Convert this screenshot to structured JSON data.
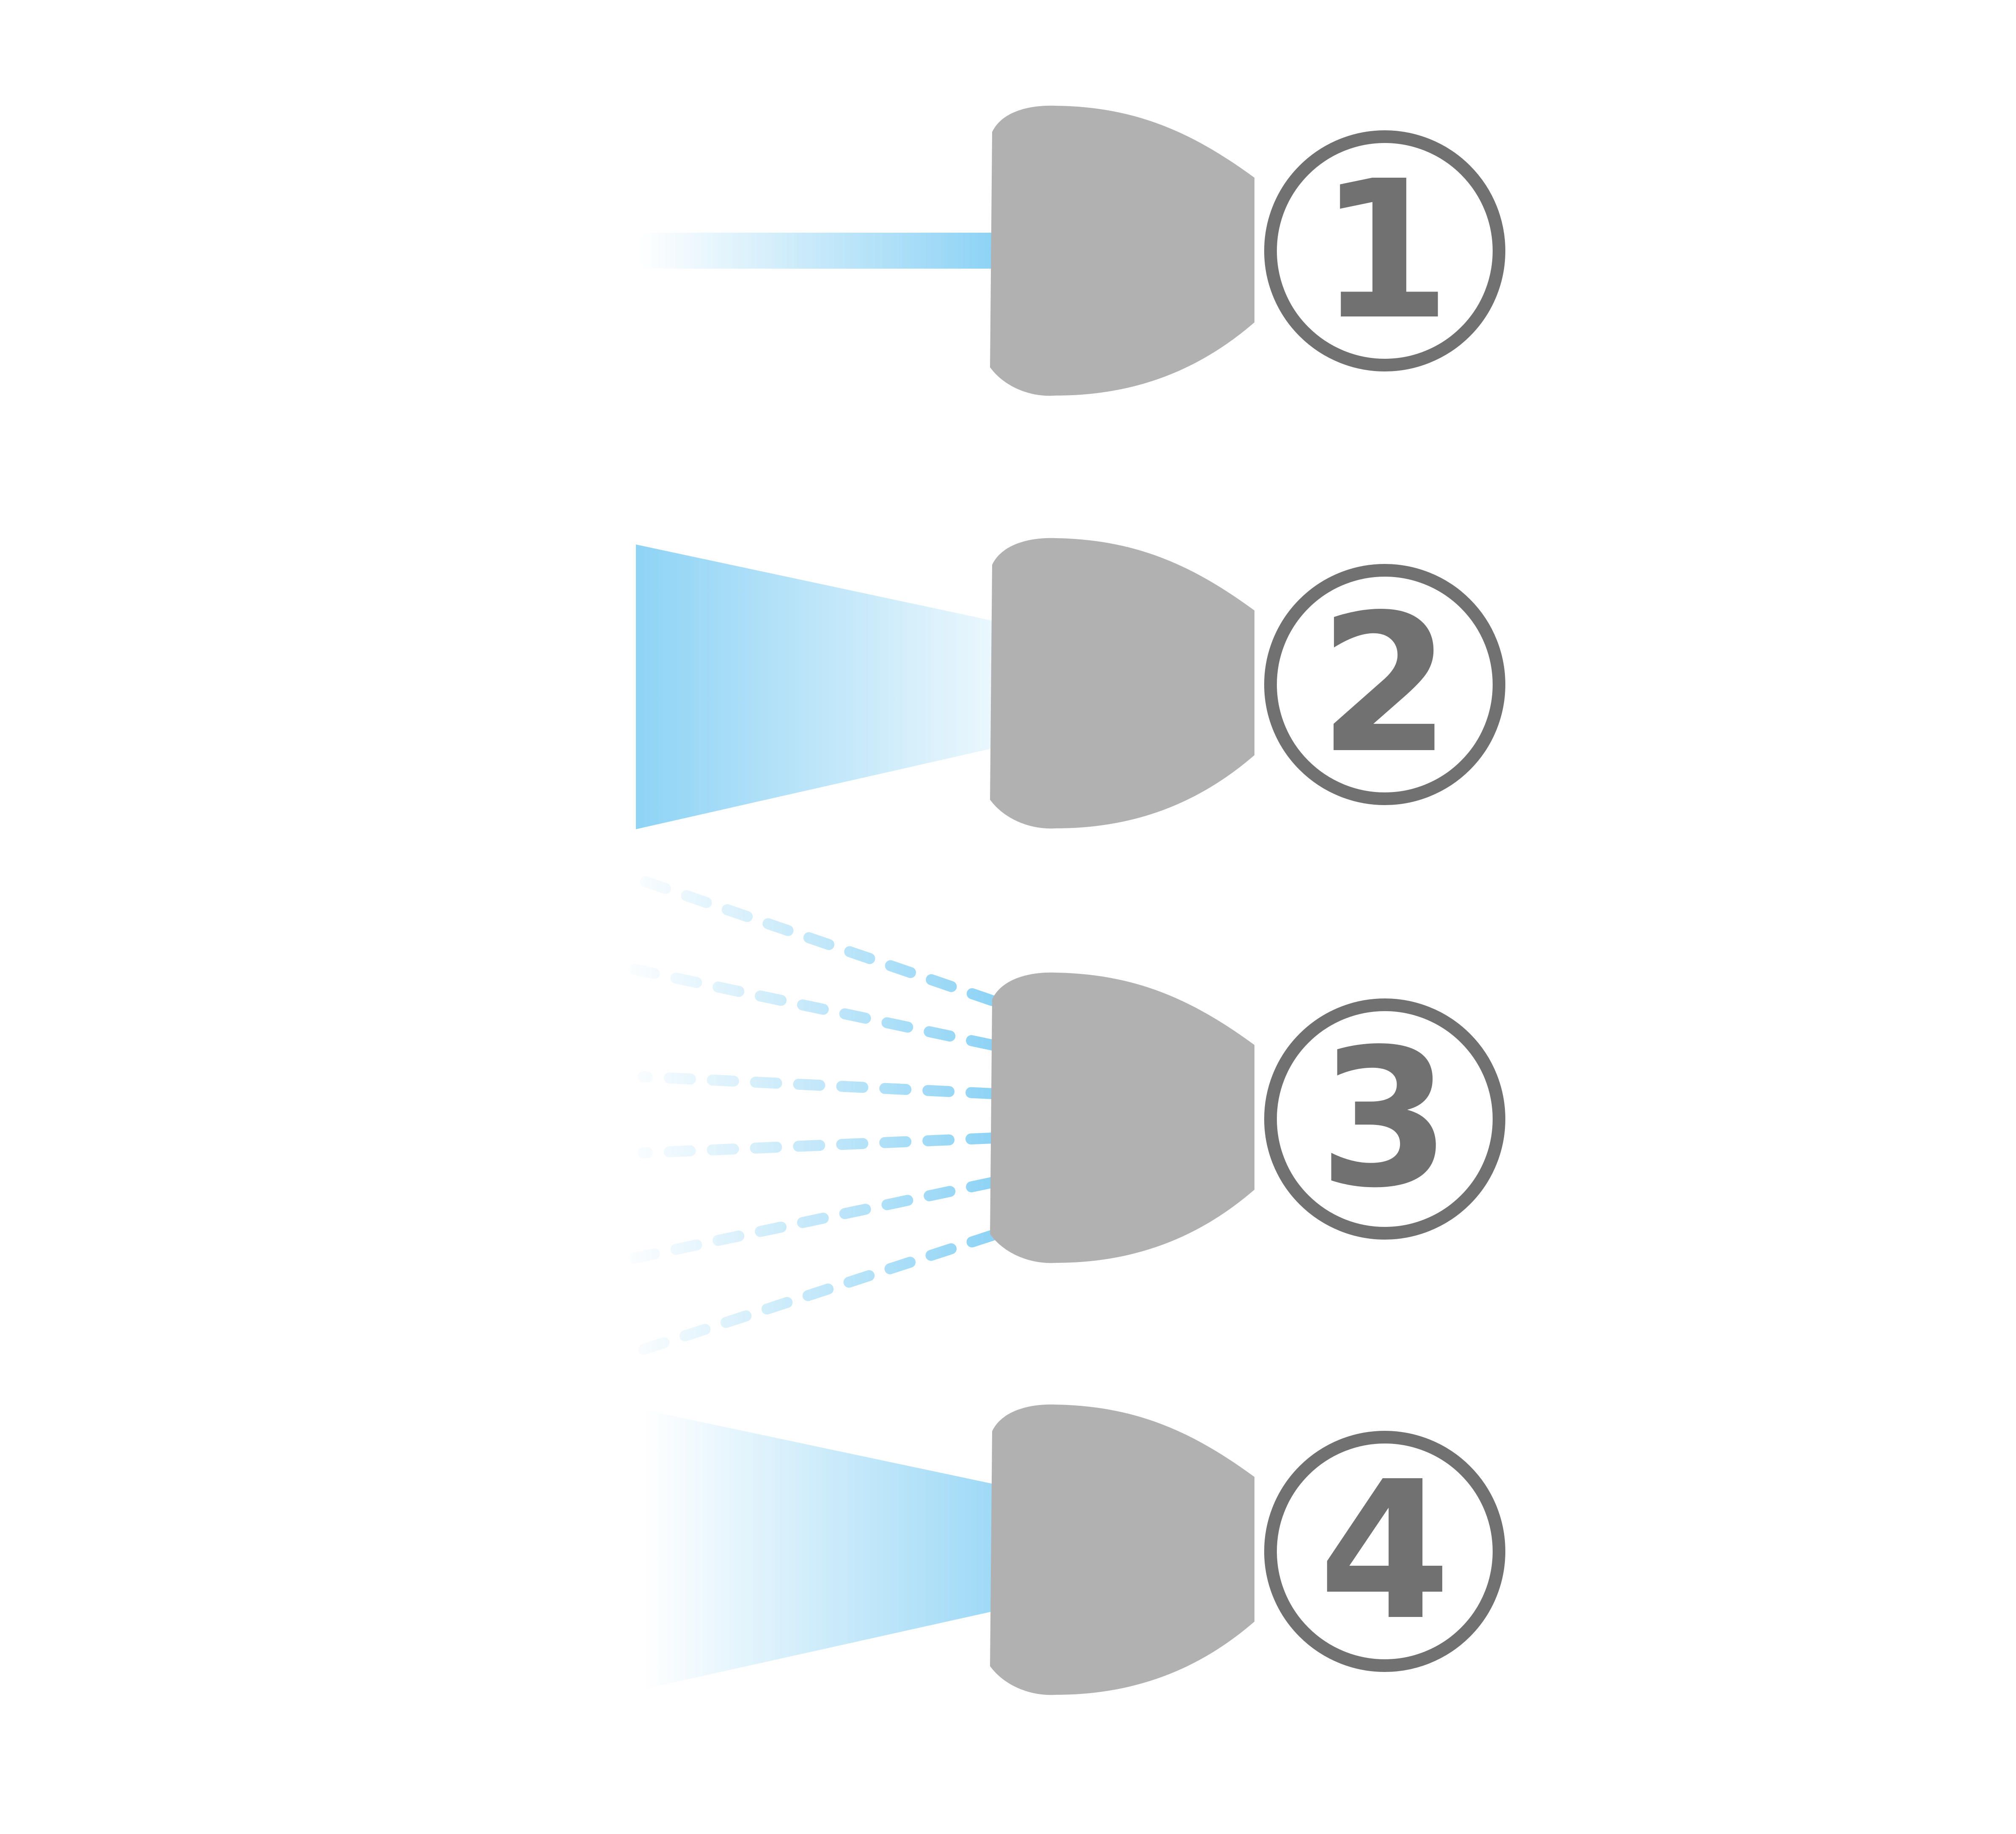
{
  "colors": {
    "spray": "#8ed3f5",
    "nozzle": "#b1b1b1",
    "badge_stroke": "#717171",
    "badge_text": "#717171",
    "background": "#ffffff"
  },
  "nozzles": [
    {
      "number": "1",
      "spray_pattern": "solid-stream"
    },
    {
      "number": "2",
      "spray_pattern": "wide-fan"
    },
    {
      "number": "3",
      "spray_pattern": "shower"
    },
    {
      "number": "4",
      "spray_pattern": "cone-spray"
    }
  ]
}
